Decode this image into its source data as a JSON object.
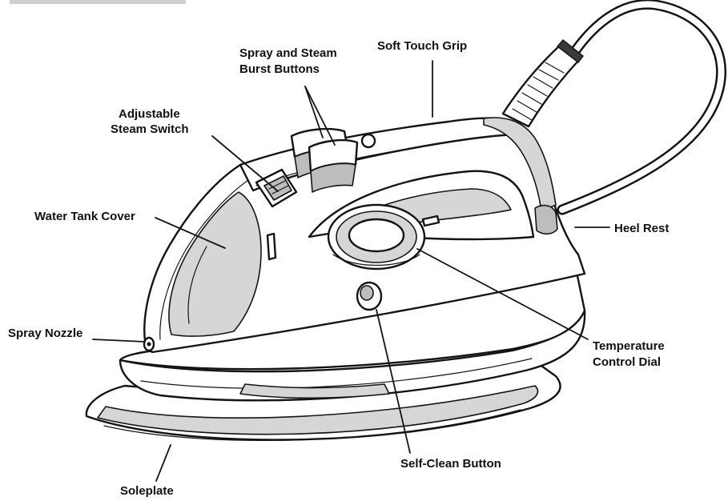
{
  "header": {
    "text": ""
  },
  "labels": {
    "spray_steam_1": "Spray and Steam",
    "spray_steam_2": "Burst Buttons",
    "soft_touch_grip": "Soft Touch Grip",
    "steam_switch_1": "Adjustable",
    "steam_switch_2": "Steam Switch",
    "water_tank_cover": "Water Tank Cover",
    "heel_rest": "Heel Rest",
    "spray_nozzle": "Spray Nozzle",
    "temp_dial_1": "Temperature",
    "temp_dial_2": "Control Dial",
    "self_clean_button": "Self-Clean Button",
    "soleplate": "Soleplate"
  }
}
